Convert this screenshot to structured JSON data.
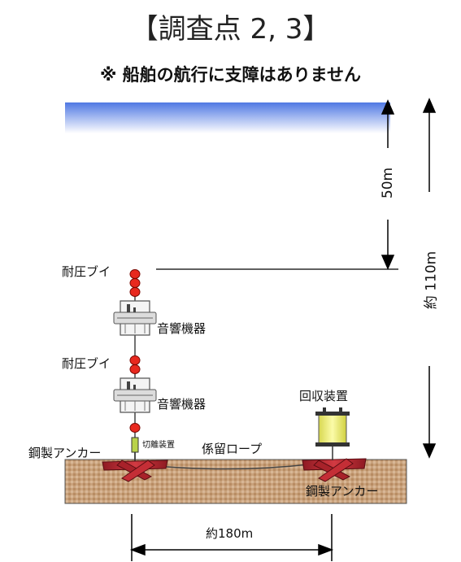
{
  "title": "【調査点 2, 3】",
  "notice": "※ 船舶の航行に支障はありません",
  "labels": {
    "buoy_upper": "耐圧ブイ",
    "instrument_upper": "音響機器",
    "buoy_lower": "耐圧ブイ",
    "instrument_lower": "音響機器",
    "release": "切離装置",
    "recovery": "回収装置",
    "mooring_rope": "係留ロープ",
    "anchor_left": "鋼製アンカー",
    "anchor_right": "鋼製アンカー"
  },
  "dimensions": {
    "depth_top": "50m",
    "depth_total": "約 110m",
    "span": "約180m"
  },
  "colors": {
    "sea_surface": "#5b82e6",
    "seabed": "#c8a07a",
    "buoy": "#e8281e",
    "anchor": "#b5232b",
    "recovery_device": "#f3f37a"
  }
}
